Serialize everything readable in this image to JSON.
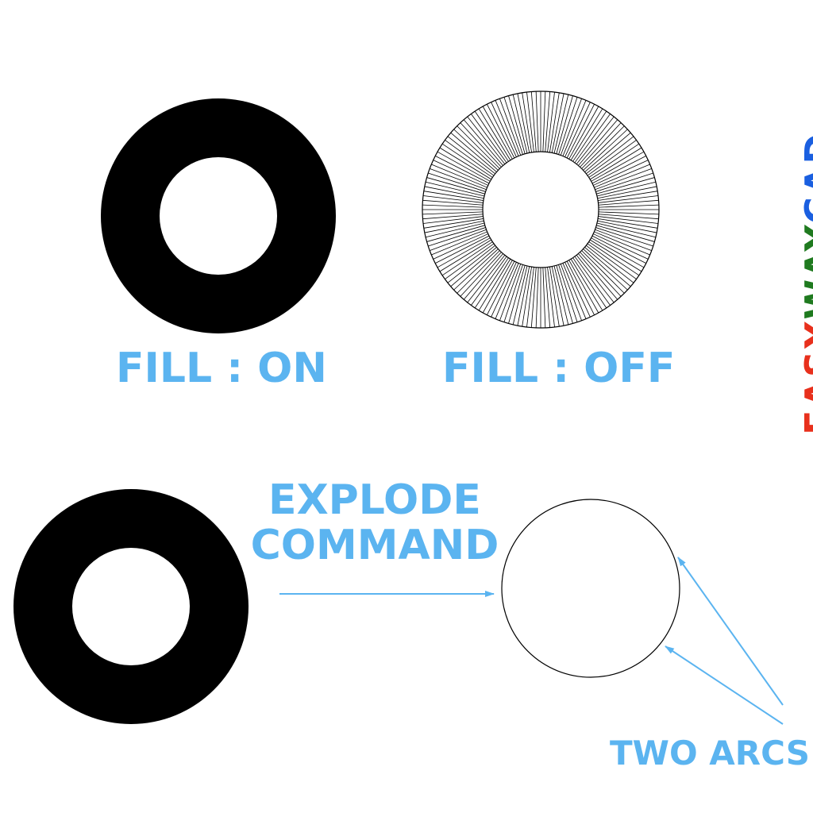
{
  "colors": {
    "accent": "#5BB4F0",
    "fill": "#000000",
    "line": "#000000",
    "brand_easy": "#E8301C",
    "brand_way": "#1F7A1F",
    "brand_cad": "#1A5FE0"
  },
  "labels": {
    "fill_on": "FILL : ON",
    "fill_off": "FILL : OFF",
    "explode_line1": "EXPLODE",
    "explode_line2": "COMMAND",
    "two_arcs": "TWO ARCS"
  },
  "brand": {
    "part1": "EASY",
    "part2": "WAY",
    "part3": "CAD"
  },
  "hatch": {
    "spoke_count": 160
  }
}
